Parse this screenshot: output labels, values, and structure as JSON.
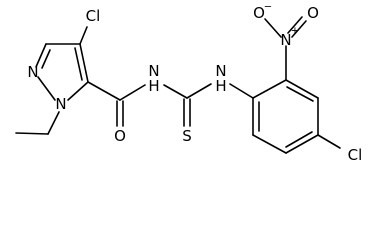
{
  "molecule": {
    "atoms": {
      "cl_pyrazole": "Cl",
      "n_pyrazole_double": "N",
      "n_pyrazole_ethyl": "N",
      "n_amide": "N",
      "h_amide": "H",
      "o_carbonyl": "O",
      "n_thiourea": "N",
      "h_thiourea": "H",
      "s_thio": "S",
      "n_nitro": "N",
      "n_nitro_charge": "+",
      "o_nitro_left": "O",
      "o_nitro_left_charge": "−",
      "o_nitro_right": "O",
      "cl_phenyl": "Cl"
    }
  }
}
